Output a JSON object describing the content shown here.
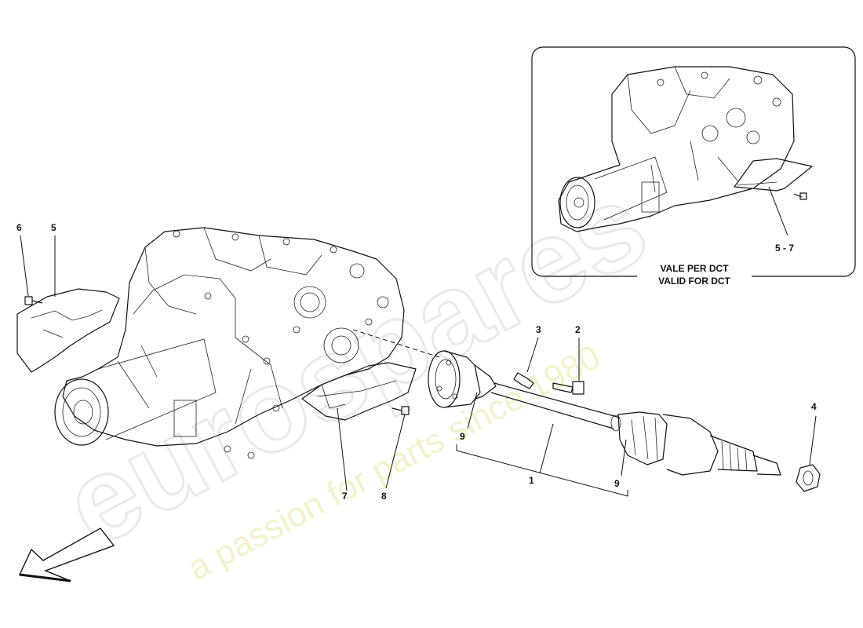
{
  "callouts": {
    "c1": "1",
    "c2": "2",
    "c3": "3",
    "c4": "4",
    "c5": "5",
    "c6": "6",
    "c7": "7",
    "c8": "8",
    "c9a": "9",
    "c9b": "9",
    "c57": "5 - 7"
  },
  "inset": {
    "caption_it": "VALE PER DCT",
    "caption_en": "VALID FOR DCT"
  },
  "watermark": {
    "logo": "eurospares",
    "slogan": "a passion for parts since 1980"
  },
  "colors": {
    "line": "#111111",
    "watermark_grey": "#d8d8d8",
    "watermark_yellow": "#e9e6a0",
    "background": "#ffffff"
  }
}
